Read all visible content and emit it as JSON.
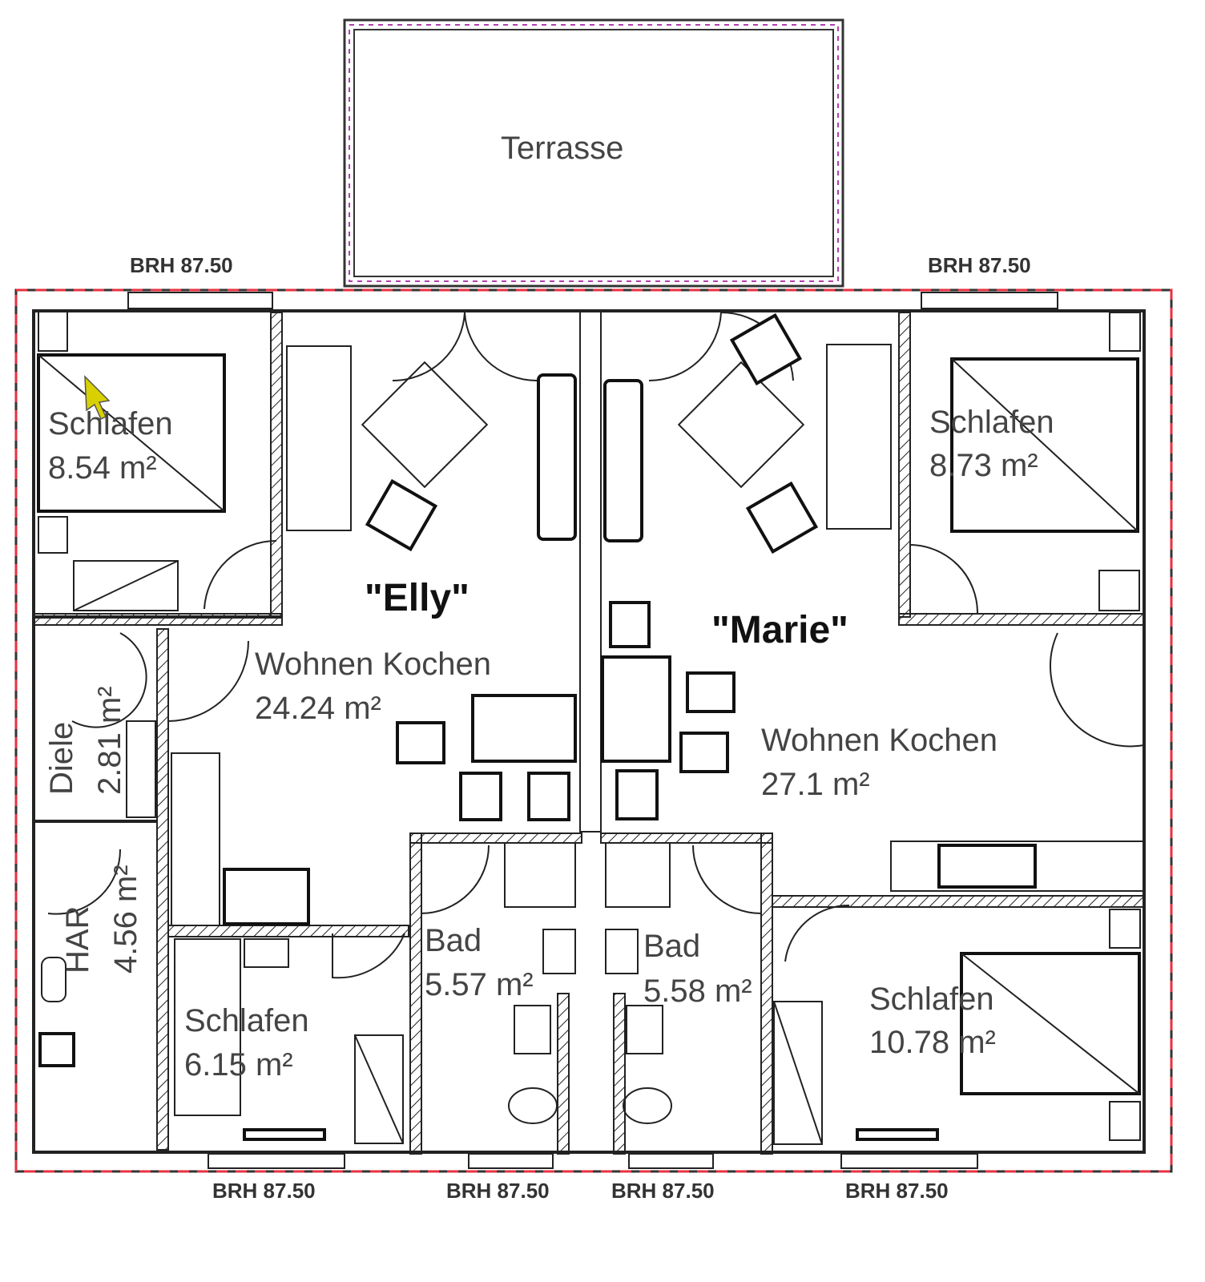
{
  "terrace": {
    "label": "Terrasse"
  },
  "units": [
    {
      "name": "\"Elly\""
    },
    {
      "name": "\"Marie\""
    }
  ],
  "rooms": {
    "elly_schlafen_1": {
      "label": "Schlafen",
      "area": "8.54 m²"
    },
    "elly_diele": {
      "label": "Diele",
      "area": "2.81 m²"
    },
    "elly_har": {
      "label": "HAR",
      "area": "4.56 m²"
    },
    "elly_schlafen_2": {
      "label": "Schlafen",
      "area": "6.15 m²"
    },
    "elly_wohnen": {
      "label": "Wohnen Kochen",
      "area": "24.24 m²"
    },
    "elly_bad": {
      "label": "Bad",
      "area": "5.57 m²"
    },
    "marie_bad": {
      "label": "Bad",
      "area": "5.58 m²"
    },
    "marie_wohnen": {
      "label": "Wohnen Kochen",
      "area": "27.1 m²"
    },
    "marie_schlafen_1": {
      "label": "Schlafen",
      "area": "8.73 m²"
    },
    "marie_schlafen_2": {
      "label": "Schlafen",
      "area": "10.78 m²"
    }
  },
  "window_labels": [
    "BRH 87.50",
    "BRH 87.50",
    "BRH 87.50",
    "BRH 87.50",
    "BRH 87.50",
    "BRH 87.50"
  ],
  "colors": {
    "outline_dash": "#e83040",
    "terrace_dash": "#b040b0",
    "cursor": "#d8d000"
  }
}
